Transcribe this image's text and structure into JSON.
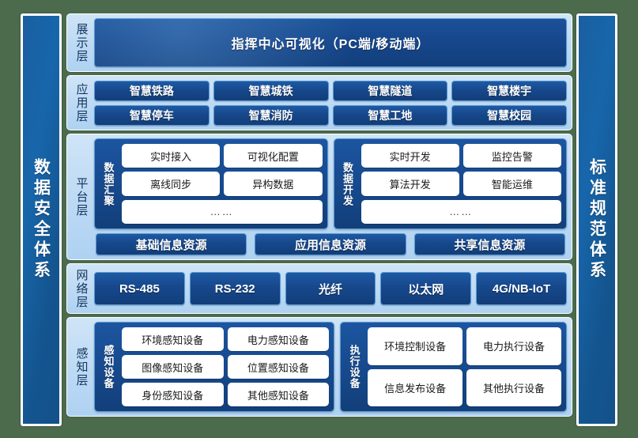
{
  "colors": {
    "background": "#4c6b4d",
    "pillar": "#1766ab",
    "layer_panel": "#bcd9f4",
    "chip": "#17488c",
    "chip_border": "#5a9bd5",
    "pill": "#ffffff",
    "label_text": "#13355e"
  },
  "pillars": {
    "left": {
      "label": "数据安全体系"
    },
    "right": {
      "label": "标准规范体系"
    }
  },
  "layers": [
    {
      "id": "presentation",
      "label": "展示层",
      "banner": "指挥中心可视化（PC端/移动端）"
    },
    {
      "id": "application",
      "label": "应用层",
      "items": [
        "智慧铁路",
        "智慧城铁",
        "智慧隧道",
        "智慧楼宇",
        "智慧停车",
        "智慧消防",
        "智慧工地",
        "智慧校园"
      ]
    },
    {
      "id": "platform",
      "label": "平台层",
      "groups": [
        {
          "caption": "数据汇聚",
          "items": [
            "实时接入",
            "可视化配置",
            "离线同步",
            "异构数据"
          ],
          "ellipsis": "……"
        },
        {
          "caption": "数据开发",
          "items": [
            "实时开发",
            "监控告警",
            "算法开发",
            "智能运维"
          ],
          "ellipsis": "……"
        }
      ],
      "resources": [
        "基础信息资源",
        "应用信息资源",
        "共享信息资源"
      ]
    },
    {
      "id": "network",
      "label": "网络层",
      "items": [
        "RS-485",
        "RS-232",
        "光纤",
        "以太网",
        "4G/NB-IoT"
      ]
    },
    {
      "id": "perception",
      "label": "感知层",
      "groups": [
        {
          "caption": "感知设备",
          "items": [
            "环境感知设备",
            "电力感知设备",
            "图像感知设备",
            "位置感知设备",
            "身份感知设备",
            "其他感知设备"
          ]
        },
        {
          "caption": "执行设备",
          "items": [
            "环境控制设备",
            "电力执行设备",
            "信息发布设备",
            "其他执行设备"
          ]
        }
      ]
    }
  ]
}
